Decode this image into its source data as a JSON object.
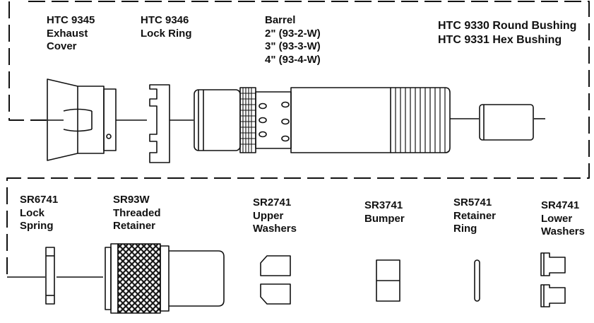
{
  "colors": {
    "ink": "#111111",
    "background": "#ffffff"
  },
  "parts": [
    {
      "id": "htc9345",
      "lines": [
        "HTC 9345",
        "Exhaust",
        "Cover"
      ]
    },
    {
      "id": "htc9346",
      "lines": [
        "HTC 9346",
        "Lock Ring"
      ]
    },
    {
      "id": "barrel",
      "lines": [
        "Barrel",
        "2\" (93-2-W)",
        "3\" (93-3-W)",
        "4\" (93-4-W)"
      ]
    },
    {
      "id": "bushing",
      "lines": [
        "HTC 9330 Round Bushing",
        "HTC 9331 Hex Bushing"
      ]
    },
    {
      "id": "sr6741",
      "lines": [
        "SR6741",
        "Lock",
        "Spring"
      ]
    },
    {
      "id": "sr93w",
      "lines": [
        "SR93W",
        "Threaded",
        "Retainer"
      ]
    },
    {
      "id": "sr2741",
      "lines": [
        "SR2741",
        "Upper",
        "Washers"
      ]
    },
    {
      "id": "sr3741",
      "lines": [
        "SR3741",
        "Bumper"
      ]
    },
    {
      "id": "sr5741",
      "lines": [
        "SR5741",
        "Retainer",
        "Ring"
      ]
    },
    {
      "id": "sr4741",
      "lines": [
        "SR4741",
        "Lower",
        "Washers"
      ]
    }
  ]
}
